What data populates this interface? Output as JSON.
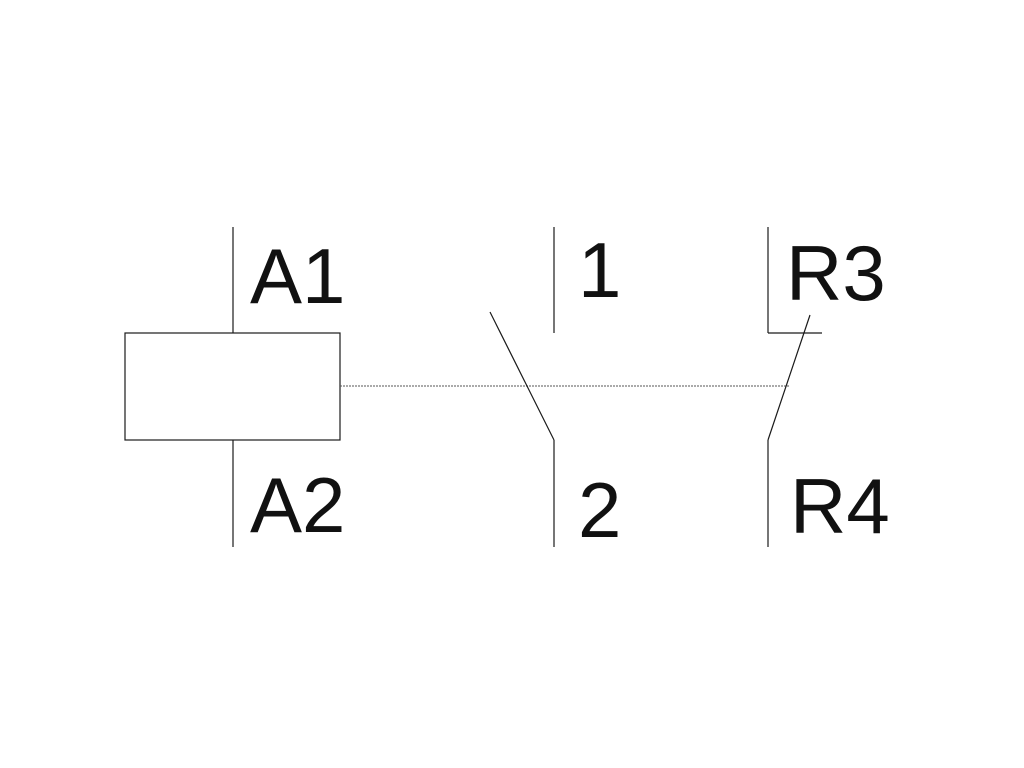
{
  "terminals": {
    "coil_top": "A1",
    "coil_bottom": "A2",
    "contact1_top": "1",
    "contact1_bottom": "2",
    "contact2_top": "R3",
    "contact2_bottom": "R4"
  },
  "colors": {
    "line": "#1a1a1a",
    "mechanical_link": "#555555",
    "background": "#ffffff"
  }
}
